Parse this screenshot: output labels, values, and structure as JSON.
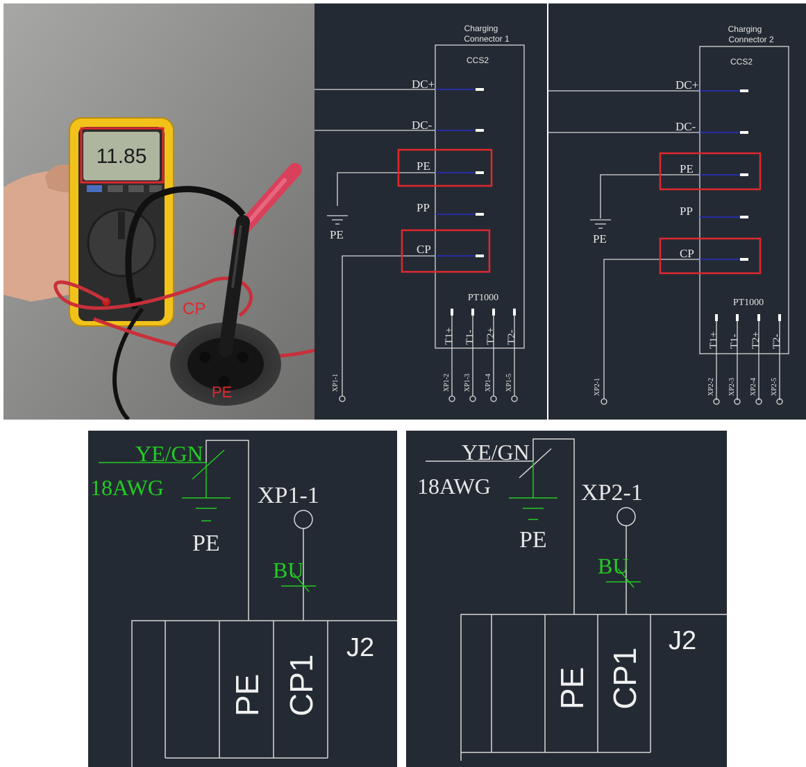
{
  "photo": {
    "meter_reading": "11.85",
    "label_cp": "CP",
    "label_pe": "PE",
    "colors": {
      "highlight": "#e0282e",
      "meter_body": "#f2c21a"
    }
  },
  "schematics": [
    {
      "connector_title_1": "Charging",
      "connector_title_2": "Connector 1",
      "type": "CCS2",
      "pins": [
        "DC+",
        "DC-",
        "PE",
        "PP",
        "CP"
      ],
      "ground_label": "PE",
      "temp_sensor": "PT1000",
      "temp_pins": [
        "T1+",
        "T1-",
        "T2+",
        "T2-"
      ],
      "terminals": [
        "XP1-1",
        "XP1-2",
        "XP1-3",
        "XP1-4",
        "XP1-5"
      ]
    },
    {
      "connector_title_1": "Charging",
      "connector_title_2": "Connector 2",
      "type": "CCS2",
      "pins": [
        "DC+",
        "DC-",
        "PE",
        "PP",
        "CP"
      ],
      "ground_label": "PE",
      "temp_sensor": "PT1000",
      "temp_pins": [
        "T1+",
        "T1-",
        "T2+",
        "T2-"
      ],
      "terminals": [
        "XP2-1",
        "XP2-2",
        "XP2-3",
        "XP2-4",
        "XP2-5"
      ]
    }
  ],
  "details": [
    {
      "wire_color": "YE/GN",
      "wire_gauge": "18AWG",
      "ground_label": "PE",
      "terminal": "XP1-1",
      "cp_wire": "BU",
      "connector": "J2",
      "pin_pe": "PE",
      "pin_cp": "CP1"
    },
    {
      "wire_color": "YE/GN",
      "wire_gauge": "18AWG",
      "ground_label": "PE",
      "terminal": "XP2-1",
      "cp_wire": "BU",
      "connector": "J2",
      "pin_pe": "PE",
      "pin_cp": "CP1"
    }
  ],
  "colors": {
    "wire_white": "#d8d8d8",
    "wire_blue": "#2630c8",
    "highlight": "#e0282e",
    "green": "#22cc22"
  }
}
